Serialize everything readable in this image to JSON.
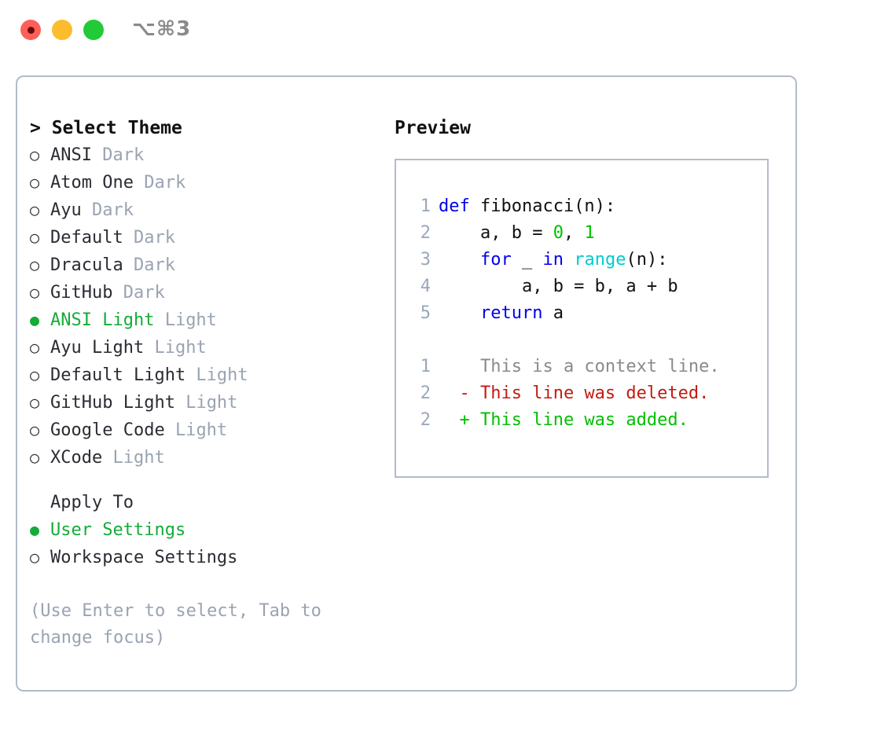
{
  "window": {
    "shortcut_label": "⌥⌘3",
    "traffic_lights": [
      "close-button",
      "minimize-button",
      "maximize-button"
    ]
  },
  "theme_picker": {
    "heading": "> Select Theme",
    "bullet_selected": "●",
    "bullet_unselected": "○",
    "items": [
      {
        "name": "ANSI",
        "kind": "Dark",
        "selected": false
      },
      {
        "name": "Atom One",
        "kind": "Dark",
        "selected": false
      },
      {
        "name": "Ayu",
        "kind": "Dark",
        "selected": false
      },
      {
        "name": "Default",
        "kind": "Dark",
        "selected": false
      },
      {
        "name": "Dracula",
        "kind": "Dark",
        "selected": false
      },
      {
        "name": "GitHub",
        "kind": "Dark",
        "selected": false
      },
      {
        "name": "ANSI Light",
        "kind": "Light",
        "selected": true
      },
      {
        "name": "Ayu Light",
        "kind": "Light",
        "selected": false
      },
      {
        "name": "Default Light",
        "kind": "Light",
        "selected": false
      },
      {
        "name": "GitHub Light",
        "kind": "Light",
        "selected": false
      },
      {
        "name": "Google Code",
        "kind": "Light",
        "selected": false
      },
      {
        "name": "XCode",
        "kind": "Light",
        "selected": false
      }
    ]
  },
  "apply_to": {
    "heading": "Apply To",
    "items": [
      {
        "name": "User Settings",
        "selected": true
      },
      {
        "name": "Workspace Settings",
        "selected": false
      }
    ]
  },
  "hint": "(Use Enter to select, Tab to change focus)",
  "preview": {
    "title": "Preview",
    "code_lines": [
      {
        "num": "1",
        "tokens": [
          {
            "t": "def ",
            "c": "kw"
          },
          {
            "t": "fibonacci(n):",
            "c": "id"
          }
        ]
      },
      {
        "num": "2",
        "tokens": [
          {
            "t": "    a, b = ",
            "c": "id"
          },
          {
            "t": "0",
            "c": "num"
          },
          {
            "t": ", ",
            "c": "id"
          },
          {
            "t": "1",
            "c": "num"
          }
        ]
      },
      {
        "num": "3",
        "tokens": [
          {
            "t": "    ",
            "c": "id"
          },
          {
            "t": "for",
            "c": "kw"
          },
          {
            "t": " _ ",
            "c": "id"
          },
          {
            "t": "in",
            "c": "kw"
          },
          {
            "t": " ",
            "c": "id"
          },
          {
            "t": "range",
            "c": "fn"
          },
          {
            "t": "(n):",
            "c": "id"
          }
        ]
      },
      {
        "num": "4",
        "tokens": [
          {
            "t": "        a, b = b, a + b",
            "c": "id"
          }
        ]
      },
      {
        "num": "5",
        "tokens": [
          {
            "t": "    ",
            "c": "id"
          },
          {
            "t": "return",
            "c": "kw"
          },
          {
            "t": " a",
            "c": "id"
          }
        ]
      }
    ],
    "diff_lines": [
      {
        "num": "1",
        "marker": "  ",
        "text": "This is a context line.",
        "kind": "ctx"
      },
      {
        "num": "2",
        "marker": "- ",
        "text": "This line was deleted.",
        "kind": "del"
      },
      {
        "num": "2",
        "marker": "+ ",
        "text": "This line was added.",
        "kind": "add"
      }
    ]
  },
  "colors": {
    "accent_green": "#14ab3a",
    "muted": "#9aa3b2",
    "border": "#b3bbc9",
    "keyword_blue": "#0000ee",
    "function_cyan": "#00cccc",
    "number_green": "#00c000",
    "diff_delete_red": "#c31b11",
    "diff_add_green": "#00c000",
    "text": "#2b2b33"
  }
}
